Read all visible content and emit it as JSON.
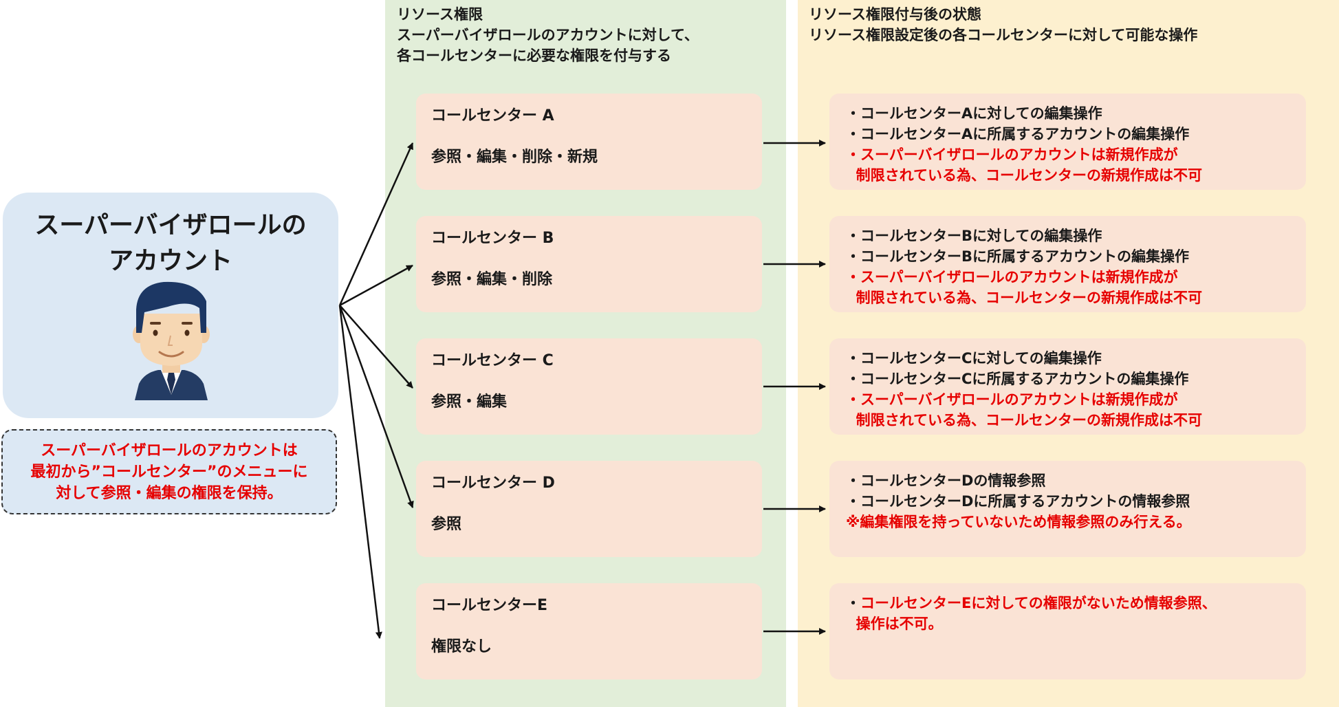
{
  "headers": {
    "resource_permission": "リソース権限\nスーパーバイザロールのアカウントに対して、\n各コールセンターに必要な権限を付与する",
    "after_state": "リソース権限付与後の状態\nリソース権限設定後の各コールセンターに対して可能な操作"
  },
  "role": {
    "title": "スーパーバイザロールの\nアカウント",
    "note": "スーパーバイザロールのアカウントは\n最初から”コールセンター”のメニューに\n対して参照・編集の権限を保持。"
  },
  "colors": {
    "green_column": "#e2eed9",
    "yellow_column": "#fdf0cf",
    "box_fill": "#fae3d5",
    "role_fill": "#dce8f4",
    "emphasis_red": "#e60000"
  },
  "call_centers": [
    {
      "name": "コールセンター A",
      "permissions": "参照・編集・削除・新規"
    },
    {
      "name": "コールセンター B",
      "permissions": "参照・編集・削除"
    },
    {
      "name": "コールセンター C",
      "permissions": "参照・編集"
    },
    {
      "name": "コールセンター D",
      "permissions": "参照"
    },
    {
      "name": "コールセンターE",
      "permissions": "権限なし"
    }
  ],
  "results": [
    [
      {
        "text": "・コールセンターAに対しての編集操作",
        "red": false
      },
      {
        "text": "・コールセンターAに所属するアカウントの編集操作",
        "red": false
      },
      {
        "text": "・スーパーバイザロールのアカウントは新規作成が",
        "red": true
      },
      {
        "text": "  制限されている為、コールセンターの新規作成は不可",
        "red": true
      }
    ],
    [
      {
        "text": "・コールセンターBに対しての編集操作",
        "red": false
      },
      {
        "text": "・コールセンターBに所属するアカウントの編集操作",
        "red": false
      },
      {
        "text": "・スーパーバイザロールのアカウントは新規作成が",
        "red": true
      },
      {
        "text": "  制限されている為、コールセンターの新規作成は不可",
        "red": true
      }
    ],
    [
      {
        "text": "・コールセンターCに対しての編集操作",
        "red": false
      },
      {
        "text": "・コールセンターCに所属するアカウントの編集操作",
        "red": false
      },
      {
        "text": "・スーパーバイザロールのアカウントは新規作成が",
        "red": true
      },
      {
        "text": "  制限されている為、コールセンターの新規作成は不可",
        "red": true
      }
    ],
    [
      {
        "text": "・コールセンターDの情報参照",
        "red": false
      },
      {
        "text": "・コールセンターDに所属するアカウントの情報参照",
        "red": false
      },
      {
        "text": "※編集権限を持っていないため情報参照のみ行える。",
        "red": true
      }
    ],
    [
      {
        "text": "・",
        "red": false,
        "inline_next": true
      },
      {
        "text": "コールセンターEに対しての権限がないため情報参照、",
        "red": true
      },
      {
        "text": "  操作は不可。",
        "red": true
      }
    ]
  ]
}
